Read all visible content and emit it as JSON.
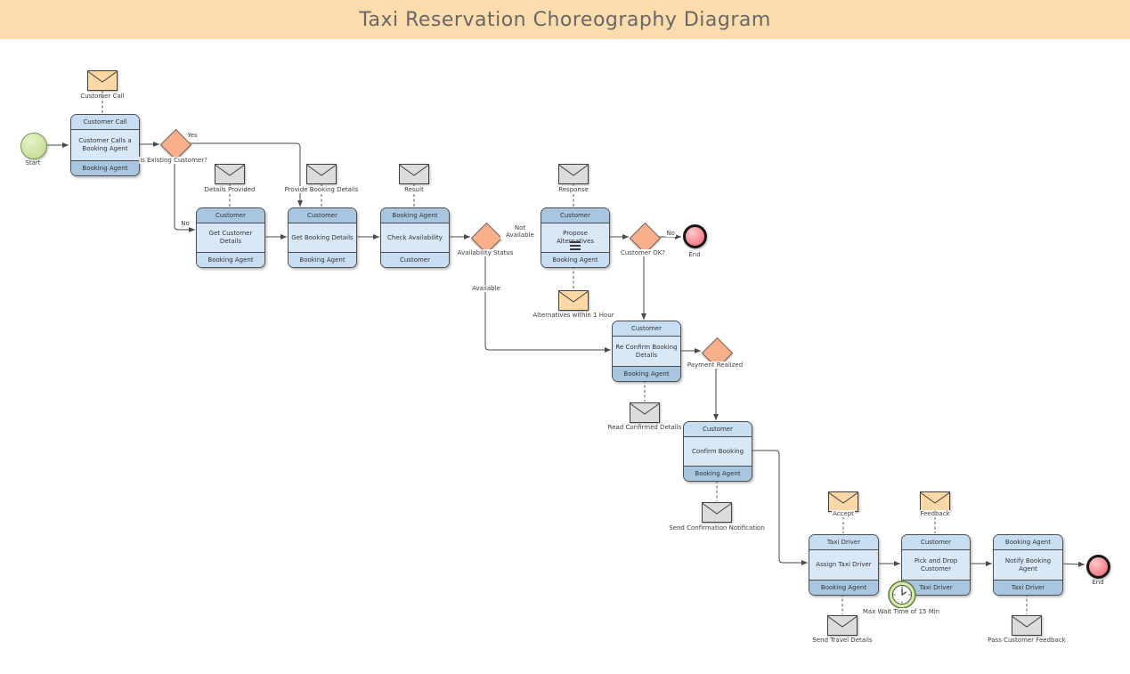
{
  "title": {
    "text": "Taxi Reservation Choreography Diagram"
  },
  "colors": {
    "title_bar": "#fcdcad",
    "title_text": "#676767",
    "band_light": "#c7ddf2",
    "band_dark": "#a9c6e0",
    "task_body": "#d8e8f7",
    "gateway_fill": "#f9b08a",
    "start_fill": "#cbe3a0",
    "end_fill": "#ee616c",
    "envelope_orange": "#fcd9a4",
    "envelope_gray": "#dcdcdc",
    "timer_ring": "#d6e8ad",
    "line": "#4a4a4a"
  },
  "icons": {
    "message": "envelope-icon",
    "timer": "clock-icon",
    "multi_instance": "sequential-multi-instance-bars"
  },
  "events": {
    "start": {
      "label": "Start"
    },
    "end_top": {
      "label": "End"
    },
    "end_bottom": {
      "label": "End"
    },
    "timer": {
      "label": "Max Wait Time of 15 Min"
    }
  },
  "gateways": [
    {
      "label": "Is Existing Customer?"
    },
    {
      "label": "Availability Status"
    },
    {
      "label": "Customer OK?"
    },
    {
      "label": "Payment Realized"
    }
  ],
  "edge_labels": [
    {
      "text": "Yes"
    },
    {
      "text": "No"
    },
    {
      "text": "Not Available"
    },
    {
      "text": "Available"
    },
    {
      "text": "No"
    }
  ],
  "tasks": [
    {
      "top": "Customer Call",
      "name": "Customer Calls a Booking Agent",
      "bottom": "Booking Agent"
    },
    {
      "top": "Customer",
      "name": "Get Customer Details",
      "bottom": "Booking Agent"
    },
    {
      "top": "Customer",
      "name": "Get Booking Details",
      "bottom": "Booking Agent"
    },
    {
      "top": "Booking Agent",
      "name": "Check Availability",
      "bottom": "Customer"
    },
    {
      "top": "Customer",
      "name": "Propose Alternatives",
      "bottom": "Booking Agent"
    },
    {
      "top": "Customer",
      "name": "Re Confirm Booking Details",
      "bottom": "Booking Agent"
    },
    {
      "top": "Customer",
      "name": "Confirm Booking",
      "bottom": "Booking Agent"
    },
    {
      "top": "Taxi Driver",
      "name": "Assign Taxi Driver",
      "bottom": "Booking Agent"
    },
    {
      "top": "Customer",
      "name": "Pick and Drop Customer",
      "bottom": "Taxi Driver"
    },
    {
      "top": "Booking Agent",
      "name": "Notify Booking Agent",
      "bottom": "Taxi Driver"
    }
  ],
  "messages": [
    {
      "label": "Customer Call",
      "color": "orange"
    },
    {
      "label": "Details Provided",
      "color": "gray"
    },
    {
      "label": "Provide Booking Details",
      "color": "gray"
    },
    {
      "label": "Result",
      "color": "gray"
    },
    {
      "label": "Response",
      "color": "gray"
    },
    {
      "label": "Alternatives within 1 Hour",
      "color": "orange"
    },
    {
      "label": "Read Confirmed Details",
      "color": "gray"
    },
    {
      "label": "Send Confirmation Notification",
      "color": "gray"
    },
    {
      "label": "Accept",
      "color": "orange"
    },
    {
      "label": "Feedback",
      "color": "orange"
    },
    {
      "label": "Send Travel Details",
      "color": "gray"
    },
    {
      "label": "Pass Customer Feedback",
      "color": "gray"
    }
  ]
}
